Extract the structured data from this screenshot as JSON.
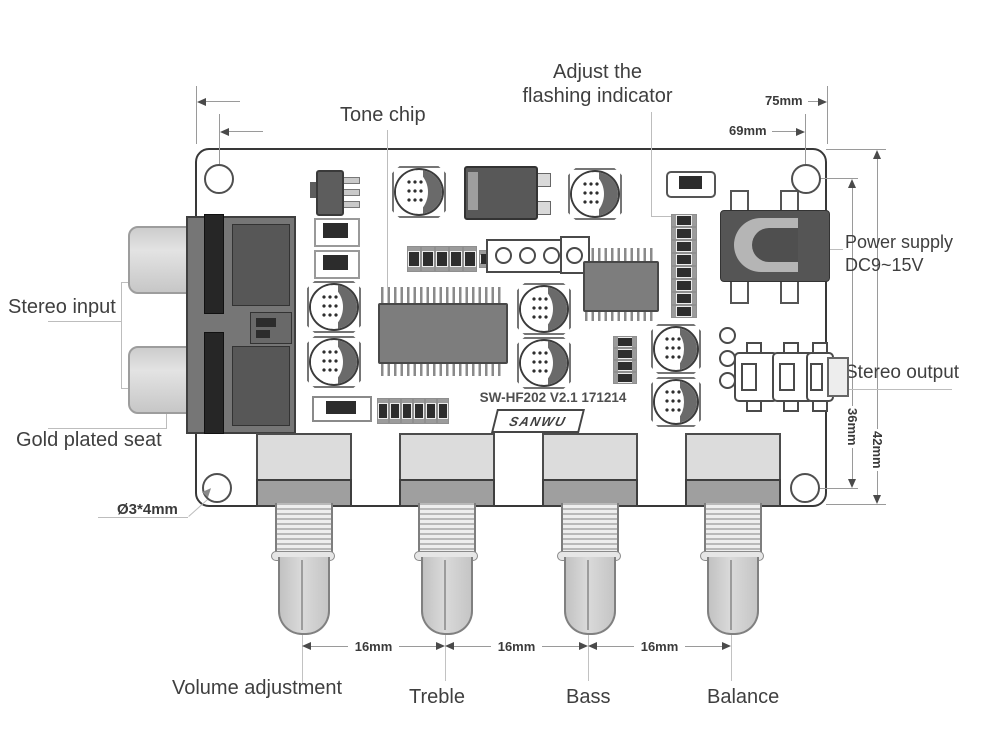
{
  "labels": {
    "tone_chip": "Tone chip",
    "adjust_line1": "Adjust the",
    "adjust_line2": "flashing indicator",
    "stereo_input": "Stereo input",
    "gold_plated_seat": "Gold plated seat",
    "power_supply_line1": "Power supply",
    "power_supply_line2": "DC9~15V",
    "stereo_output": "Stereo output",
    "volume": "Volume adjustment",
    "treble": "Treble",
    "bass": "Bass",
    "balance": "Balance"
  },
  "dimensions": {
    "board_width": "75mm",
    "hole_spacing_h": "69mm",
    "hole_spacing_v": "36mm",
    "board_height": "42mm",
    "knob_spacings": [
      "16mm",
      "16mm",
      "16mm"
    ],
    "mount_hole": "Ø3*4mm"
  },
  "board": {
    "model": "SW-HF202 V2.1 171214",
    "brand": "SANWU"
  },
  "colors": {
    "dimension_line": "#9a9a9a",
    "leader_line": "#bdbdbd",
    "label_text": "#3f3f3f",
    "board_border": "#383838",
    "component_dark": "#2c2c2c",
    "component_mid": "#7d7d7d",
    "component_light": "#dcdcdc"
  }
}
